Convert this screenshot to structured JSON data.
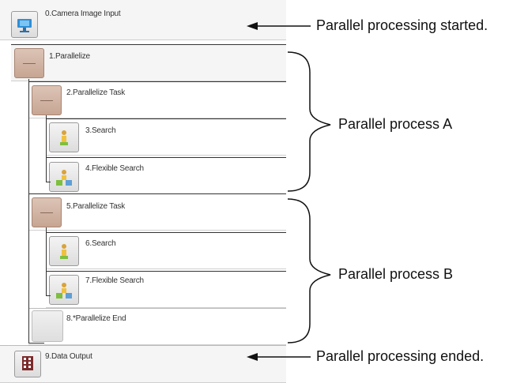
{
  "flow_units": [
    {
      "label": "0.Camera Image Input",
      "icon": "camera-icon"
    },
    {
      "label": "1.Parallelize",
      "icon": "parallelize-icon"
    },
    {
      "label": "2.Parallelize Task",
      "icon": "parallelize-task-icon"
    },
    {
      "label": "3.Search",
      "icon": "search-icon"
    },
    {
      "label": "4.Flexible Search",
      "icon": "flexible-search-icon"
    },
    {
      "label": "5.Parallelize Task",
      "icon": "parallelize-task-icon"
    },
    {
      "label": "6.Search",
      "icon": "search-icon"
    },
    {
      "label": "7.Flexible Search",
      "icon": "flexible-search-icon"
    },
    {
      "label": "8.*Parallelize End",
      "icon": "parallelize-end-icon"
    },
    {
      "label": "9.Data Output",
      "icon": "data-output-icon"
    }
  ],
  "annotations": {
    "started": "Parallel processing started.",
    "process_a": "Parallel process A",
    "process_b": "Parallel process B",
    "ended": "Parallel processing ended."
  }
}
